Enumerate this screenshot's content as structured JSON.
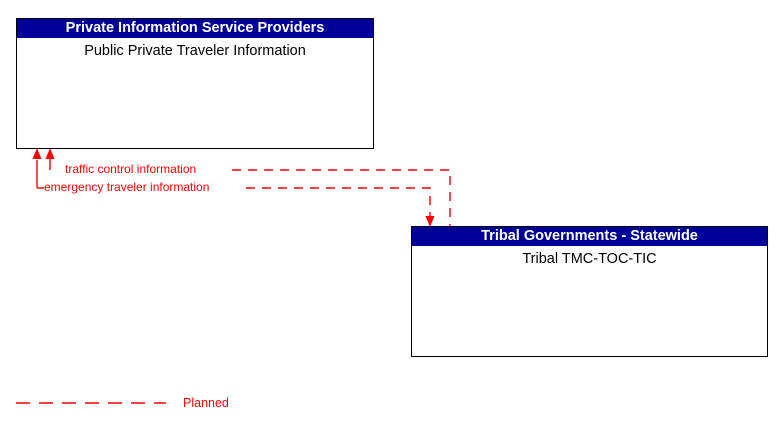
{
  "diagram": {
    "type": "interface-flow-diagram",
    "background_color": "#ffffff",
    "header_color": "#000099",
    "header_text_color": "#ffffff",
    "flow_color": "#ff0000",
    "border_color": "#000000",
    "nodes": [
      {
        "id": "private-info-service-providers",
        "header": "Private Information Service Providers",
        "body": "Public Private Traveler Information"
      },
      {
        "id": "tribal-governments-statewide",
        "header": "Tribal Governments - Statewide",
        "body": "Tribal TMC-TOC-TIC"
      }
    ],
    "flows": [
      {
        "id": "traffic-control-information",
        "label": "traffic control information",
        "from": "tribal-governments-statewide",
        "to": "private-info-service-providers",
        "status": "Planned",
        "style": "dashed"
      },
      {
        "id": "emergency-traveler-information",
        "label": "emergency traveler information",
        "from": "tribal-governments-statewide",
        "to": "private-info-service-providers",
        "status": "Planned",
        "style": "dashed"
      }
    ],
    "legend": {
      "items": [
        {
          "id": "planned",
          "label": "Planned",
          "color": "#ff0000",
          "style": "dashed"
        }
      ]
    }
  }
}
